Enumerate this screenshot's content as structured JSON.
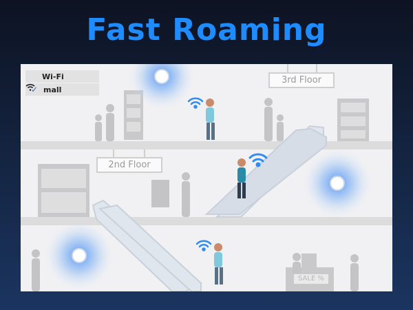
{
  "title": "Fast Roaming",
  "wifi_panel": {
    "header": "Wi-Fi",
    "network_name": "mall",
    "selected": true,
    "icons": [
      "check-icon",
      "wifi-signal-icon"
    ]
  },
  "floors": [
    {
      "label": "3rd Floor"
    },
    {
      "label": "2nd Floor"
    }
  ],
  "sale_sign": "SALE %",
  "colors": {
    "accent": "#1e8cff",
    "wifi_blue": "#2f8cf0",
    "person_shirt": "#7fc8dd",
    "person_pants": "#5a7085"
  }
}
